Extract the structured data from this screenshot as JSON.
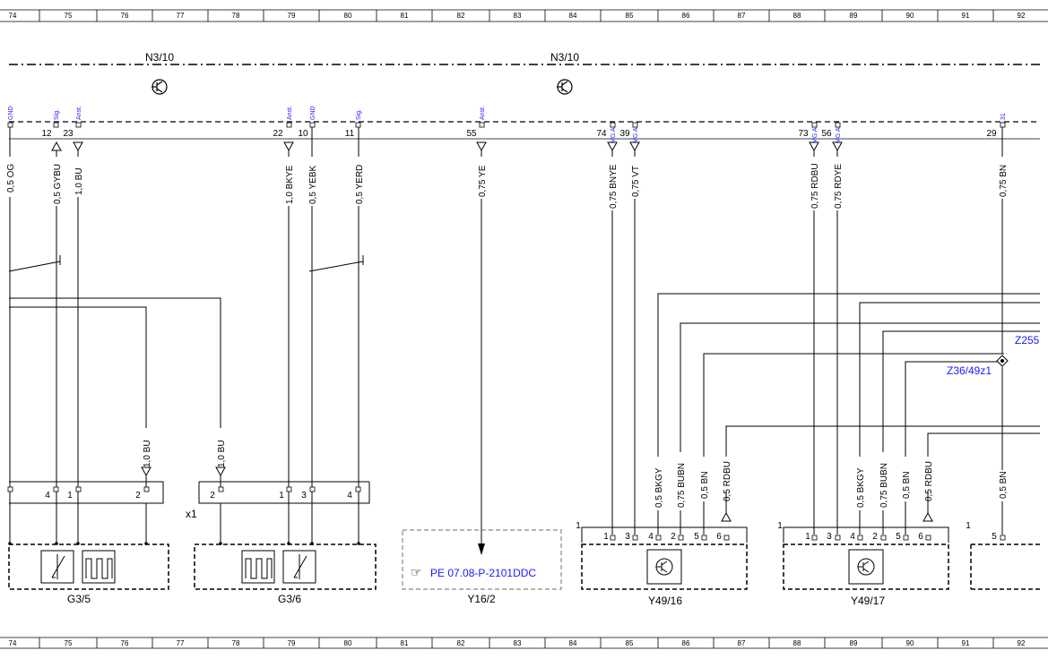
{
  "ruler": [
    "74",
    "75",
    "76",
    "77",
    "78",
    "79",
    "80",
    "81",
    "82",
    "83",
    "84",
    "85",
    "86",
    "87",
    "88",
    "89",
    "90",
    "91",
    "92"
  ],
  "units": [
    {
      "label": "N3/10"
    },
    {
      "label": "N3/10"
    }
  ],
  "top_pin_labels": [
    "GND",
    "Sig.",
    "Anst.",
    "Anst.",
    "GND",
    "Sig.",
    "Anst.",
    "MG AC",
    "MG AC",
    "MG AC",
    "MG AC",
    "31"
  ],
  "top_pin_numbers": [
    "12",
    "23",
    "22",
    "10",
    "11",
    "55",
    "74",
    "39",
    "73",
    "56",
    "29"
  ],
  "wires": {
    "w1": "0,5 OG",
    "w12": "0,5 GYBU",
    "w23": "1,0 BU",
    "w22": "1,0 BKYE",
    "w10": "0,5 YEBK",
    "w11": "0,5 YERD",
    "w55": "0,75 YE",
    "w74": "0,75 BNYE",
    "w39": "0,75 VT",
    "w73": "0,75 RDBU",
    "w56": "0,75 RDYE",
    "w29": "0,75 BN",
    "wbu1": "1,0 BU",
    "wbu2": "1,0 BU",
    "y16_bkgy": "0,5 BKGY",
    "y16_bubn": "0,75 BUBN",
    "y16_bn": "0,5 BN",
    "y16_rdbu": "0,5 RDBU",
    "y17_bkgy": "0,5 BKGY",
    "y17_bubn": "0,75 BUBN",
    "y17_bn": "0,5 BN",
    "y17_rdbu": "0,5 RDBU",
    "r_bn": "0,5 BN"
  },
  "connector": {
    "x1": "x1",
    "g35_pins": [
      "4",
      "1",
      "2"
    ],
    "g36_pins": [
      "2",
      "1",
      "3",
      "4"
    ]
  },
  "components": {
    "g35": "G3/5",
    "g36": "G3/6",
    "y162": "Y16/2",
    "y4916": "Y49/16",
    "y4917": "Y49/17"
  },
  "valve_pins": {
    "y4916": [
      "1",
      "3",
      "4",
      "2",
      "5",
      "6"
    ],
    "y4917": [
      "1",
      "3",
      "4",
      "2",
      "5",
      "6"
    ],
    "y4916_num": "1",
    "y4917_num": "1",
    "right_num": "1",
    "right_pin": "5"
  },
  "reference": "PE 07.08-P-2101DDC",
  "splices": {
    "z255": "Z255",
    "z36": "Z36/49z1"
  }
}
